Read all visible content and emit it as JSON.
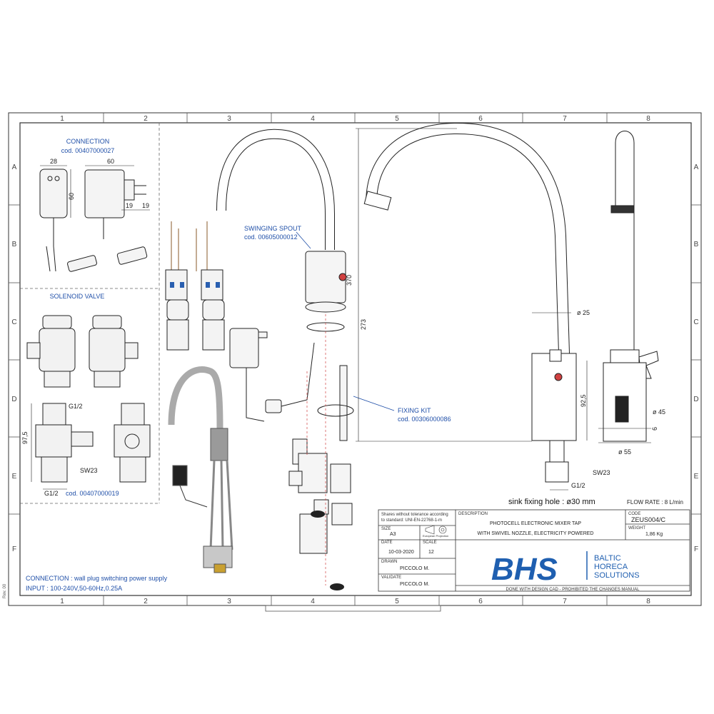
{
  "grid": {
    "columns": [
      "1",
      "2",
      "3",
      "4",
      "5",
      "6",
      "7",
      "8"
    ],
    "rows": [
      "A",
      "B",
      "C",
      "D",
      "E",
      "F"
    ]
  },
  "revision": "Rev. 00",
  "connection": {
    "title": "CONNECTION",
    "code": "cod. 00407000027",
    "dims": {
      "a": "28",
      "b": "60",
      "c": "60",
      "d": "19",
      "e": "19"
    }
  },
  "solenoid": {
    "title": "SOLENOID VALVE",
    "dims": {
      "g1": "G1/2",
      "h": "97,5",
      "sw": "SW23",
      "g2": "G1/2"
    },
    "code": "cod. 00407000019"
  },
  "spout": {
    "title": "SWINGING SPOUT",
    "code": "cod. 00605000012"
  },
  "fixing_kit": {
    "title": "FIXING KIT",
    "code": "cod. 00306000086"
  },
  "main_dims": {
    "h370": "370",
    "h273": "273",
    "d25": "ø 25",
    "h925": "92,5",
    "d45": "ø 45",
    "h6": "6",
    "d55": "ø 55",
    "sw23": "SW23",
    "g12": "G1/2"
  },
  "sink_hole": "sink fixing hole : ø30 mm",
  "flow_rate": "FLOW RATE : 8 L/min",
  "notes": {
    "connection": "CONNECTION : wall plug switching power supply",
    "input": "INPUT : 100-240V,50-60Hz,0.25A"
  },
  "title_block": {
    "tolerance_1": "Shares without tolerance according",
    "tolerance_2": "to standard: UNI-EN-22768-1-m",
    "size_label": "SIZE",
    "size": "A3",
    "projection": "European Projection",
    "date_label": "DATE",
    "date": "10-03-2020",
    "scale_label": "SCALE",
    "scale": "12",
    "drawn_label": "DRAWN",
    "drawn": "PICCOLO M.",
    "validate_label": "VALIDATE",
    "validate": "PICCOLO M.",
    "description_label": "DESCRIPTION",
    "description_1": "PHOTOCELL ELECTRONIC MIXER TAP",
    "description_2": "WITH SWIVEL NOZZLE, ELECTRICITY POWERED",
    "code_label": "CODE",
    "code": "ZEUS004/C",
    "weight_label": "WEIGHT",
    "weight": "1,86 Kg",
    "footer": "DONE WITH DESIGN CAD - PROHIBITED THE CHANGES MANUAL"
  },
  "logo": {
    "mark": "BHS",
    "line1": "BALTIC",
    "line2": "HORECA",
    "line3": "SOLUTIONS",
    "blue": "#1f5fb0"
  }
}
